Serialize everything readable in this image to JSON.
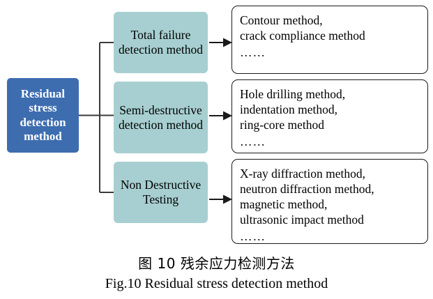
{
  "figure": {
    "caption_cn": "图 10  残余应力检测方法",
    "caption_en": "Fig.10 Residual stress detection method"
  },
  "colors": {
    "root_fill": "#3D6DAF",
    "root_text": "#FFFFFF",
    "category_fill": "#A7CFD1",
    "detail_fill": "#FFFFFF",
    "detail_border": "#1A1A1A",
    "connector": "#3A3A3A"
  },
  "diagram": {
    "root": {
      "label": "Residual stress detection method"
    },
    "categories": [
      {
        "label": "Total failure detection method"
      },
      {
        "label": "Semi-destructive detection method"
      },
      {
        "label": "Non Destructive Testing"
      }
    ],
    "details": [
      {
        "lines": [
          "Contour method,",
          "crack compliance method"
        ],
        "ellipsis": "……"
      },
      {
        "lines": [
          "Hole drilling method,",
          "indentation method,",
          "ring-core method"
        ],
        "ellipsis": "……"
      },
      {
        "lines": [
          "X-ray diffraction method,",
          "neutron diffraction method,",
          "magnetic method,",
          "ultrasonic impact method"
        ],
        "ellipsis": "……"
      }
    ]
  }
}
